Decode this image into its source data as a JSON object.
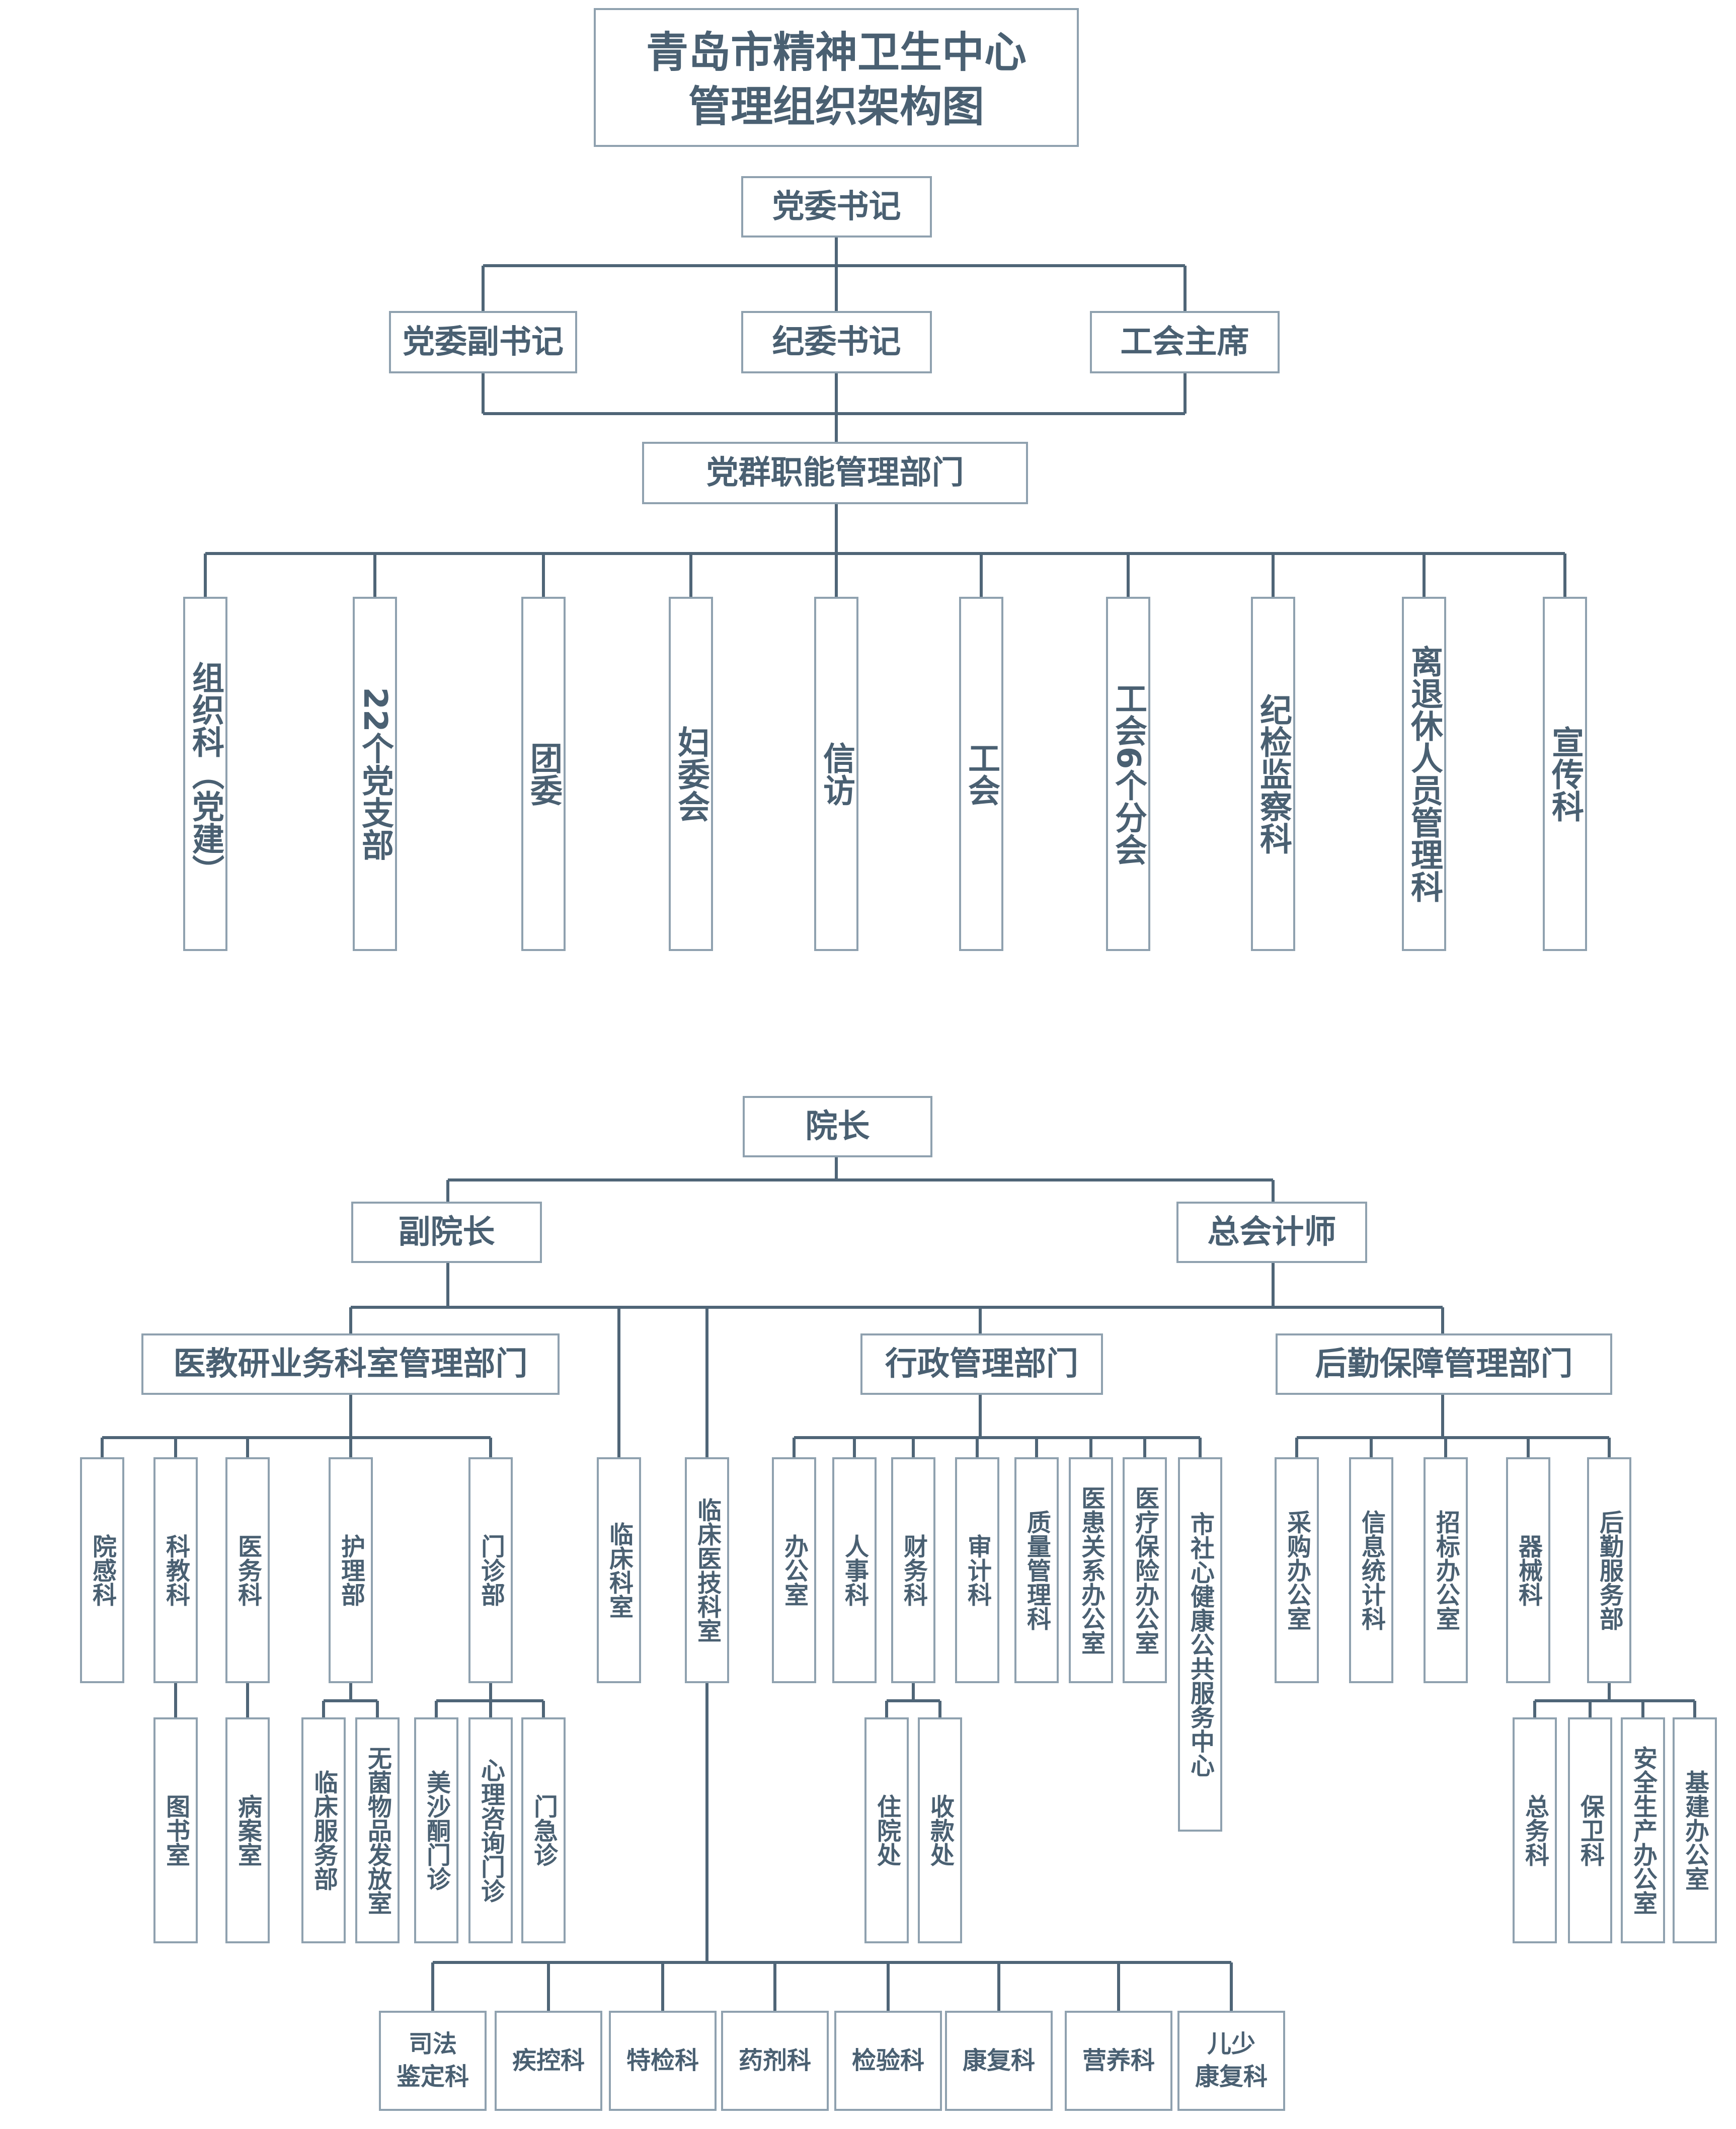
{
  "title": [
    "青岛市精神卫生中心",
    "管理组织架构图"
  ],
  "colors": {
    "box_border": "#8fa1af",
    "line": "#4f6577",
    "text": "#4a6072"
  },
  "party": {
    "secretary": "党委书记",
    "deputy_secretary": "党委副书记",
    "discipline_secretary": "纪委书记",
    "union_chair": "工会主席",
    "functional_dept": "党群职能管理部门",
    "units": [
      "组织科（党建）",
      "22个党支部",
      "团委",
      "妇委会",
      "信访",
      "工会",
      "工会6个分会",
      "纪检监察科",
      "离退休人员管理科",
      "宣传科"
    ]
  },
  "admin": {
    "president": "院长",
    "vice_president": "副院长",
    "chief_accountant": "总会计师",
    "medical_dept": {
      "name": "医教研业务科室管理部门",
      "units": [
        "院感科",
        "科教科",
        "医务科",
        "护理部",
        "门诊部"
      ],
      "keji_sub": [
        "图书室"
      ],
      "yiwu_sub": [
        "病案室"
      ],
      "nursing_sub": [
        "临床服务部",
        "无菌物品发放室"
      ],
      "outpatient_sub": [
        "美沙酮门诊",
        "心理咨询门诊",
        "门急诊"
      ]
    },
    "clinical": "临床科室",
    "clinical_tech": "临床医技科室",
    "tech_units": [
      [
        "司法",
        "鉴定科"
      ],
      [
        "疾控科"
      ],
      [
        "特检科"
      ],
      [
        "药剂科"
      ],
      [
        "检验科"
      ],
      [
        "康复科"
      ],
      [
        "营养科"
      ],
      [
        "儿少",
        "康复科"
      ]
    ],
    "admin_dept": {
      "name": "行政管理部门",
      "units": [
        "办公室",
        "人事科",
        "财务科",
        "审计科",
        "质量管理科",
        "医患关系办公室",
        "医疗保险办公室",
        "市社心健康公共服务中心"
      ],
      "finance_sub": [
        "住院处",
        "收款处"
      ]
    },
    "logistics_dept": {
      "name": "后勤保障管理部门",
      "units": [
        "采购办公室",
        "信息统计科",
        "招标办公室",
        "器械科",
        "后勤服务部"
      ],
      "service_sub": [
        "总务科",
        "保卫科",
        "安全生产办公室",
        "基建办公室"
      ]
    }
  }
}
